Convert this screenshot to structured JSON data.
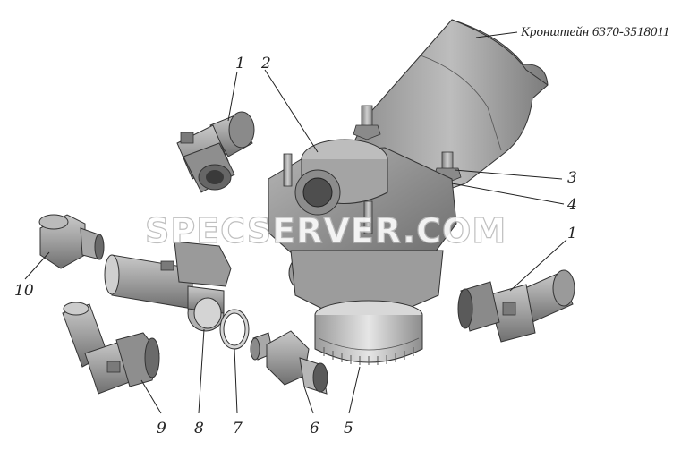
{
  "title": "Кронштейн 6370-3518011",
  "watermark": "SPECSERVER.COM",
  "callouts": {
    "c1a": "1",
    "c2": "2",
    "c3": "3",
    "c4": "4",
    "c1b": "1",
    "c10": "10",
    "c9": "9",
    "c8": "8",
    "c7": "7",
    "c6": "6",
    "c5": "5"
  },
  "colors": {
    "metal_dark": "#6e6e6e",
    "metal_mid": "#9a9a9a",
    "metal_light": "#d0d0d0",
    "outline": "#333333"
  }
}
